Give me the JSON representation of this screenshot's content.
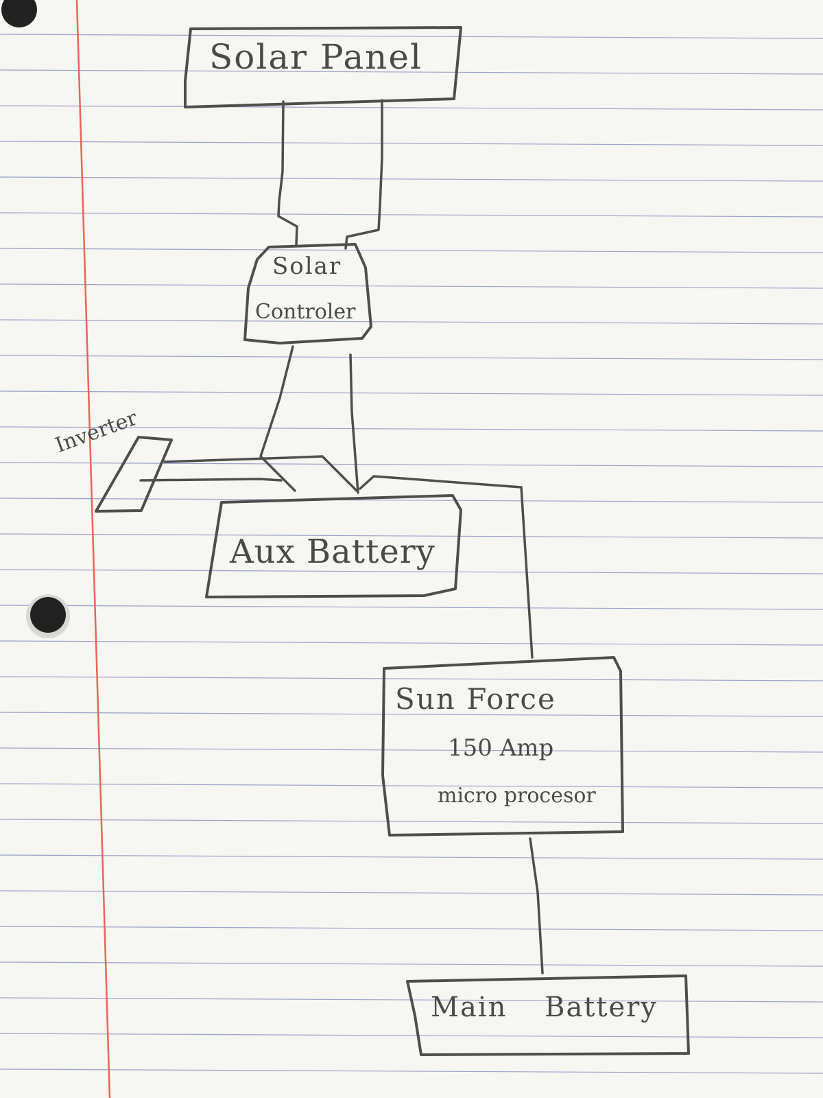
{
  "diagram": {
    "nodes": [
      {
        "id": "solar_panel",
        "label": "Solar Panel"
      },
      {
        "id": "solar_controller",
        "label_line1": "Solar",
        "label_line2": "Controler"
      },
      {
        "id": "inverter",
        "label": "Inverter"
      },
      {
        "id": "aux_battery",
        "label": "Aux Battery"
      },
      {
        "id": "sun_force",
        "label_line1": "Sun Force",
        "label_line2": "150 Amp",
        "label_line3": "micro procesor"
      },
      {
        "id": "main_battery",
        "label": "Main Battery"
      }
    ],
    "edges": [
      {
        "from": "solar_panel",
        "to": "solar_controller"
      },
      {
        "from": "solar_panel",
        "to": "solar_controller"
      },
      {
        "from": "solar_controller",
        "to": "aux_battery"
      },
      {
        "from": "solar_controller",
        "to": "aux_battery"
      },
      {
        "from": "inverter",
        "to": "aux_battery"
      },
      {
        "from": "inverter",
        "to": "aux_battery"
      },
      {
        "from": "aux_battery",
        "to": "sun_force"
      },
      {
        "from": "sun_force",
        "to": "main_battery"
      }
    ]
  }
}
